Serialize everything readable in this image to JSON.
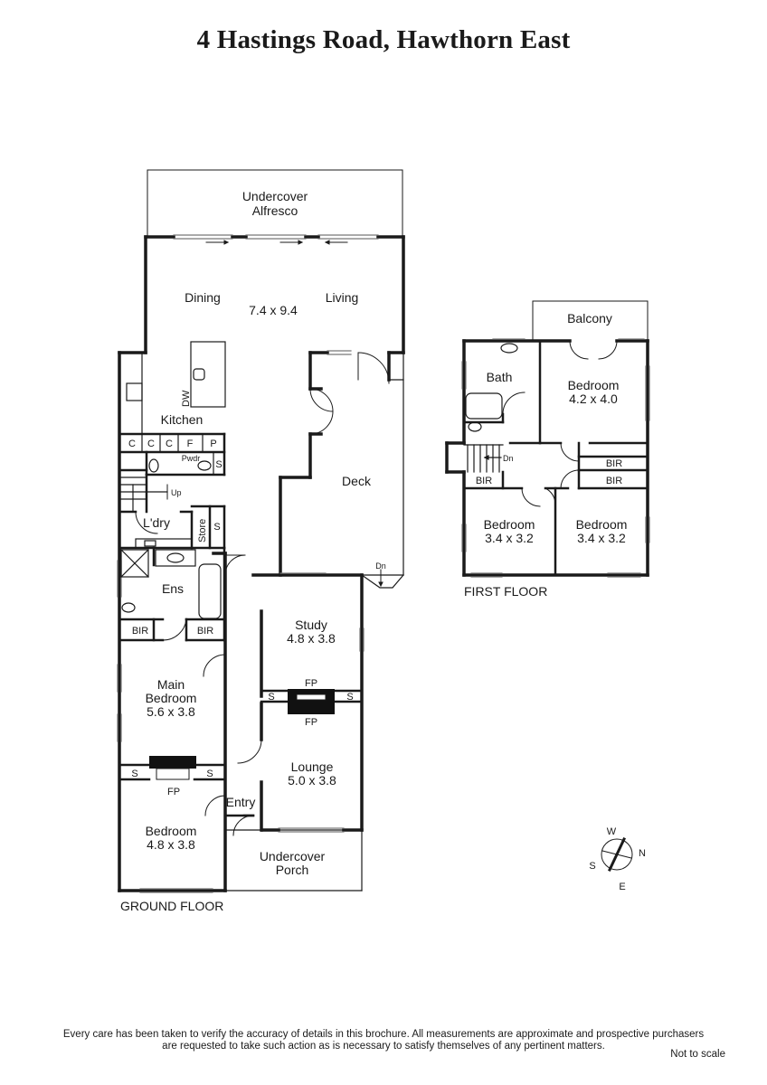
{
  "title": "4 Hastings Road, Hawthorn East",
  "ground_floor": {
    "label": "GROUND FLOOR",
    "undercover_alfresco": [
      "Undercover",
      "Alfresco"
    ],
    "dining": "Dining",
    "living": "Living",
    "living_dim": "7.4 x 9.4",
    "kitchen": "Kitchen",
    "dw": "DW",
    "cabinets": [
      "C",
      "C",
      "C",
      "F",
      "P"
    ],
    "pwdr": "Pwdr",
    "s": "S",
    "up": "Up",
    "laundry": "L'dry",
    "store": "Store",
    "deck": "Deck",
    "dn": "Dn",
    "ens": "Ens",
    "bir": "BIR",
    "study": "Study",
    "study_dim": "4.8 x 3.8",
    "fp": "FP",
    "main_bedroom": [
      "Main",
      "Bedroom"
    ],
    "main_bedroom_dim": "5.6 x 3.8",
    "lounge": "Lounge",
    "lounge_dim": "5.0 x 3.8",
    "entry": "Entry",
    "bedroom": "Bedroom",
    "bedroom_dim": "4.8 x 3.8",
    "undercover_porch": [
      "Undercover",
      "Porch"
    ]
  },
  "first_floor": {
    "label": "FIRST FLOOR",
    "balcony": "Balcony",
    "bath": "Bath",
    "bedroom_1": "Bedroom",
    "bedroom_1_dim": "4.2 x 4.0",
    "dn": "Dn",
    "bir": "BIR",
    "bedroom_2": "Bedroom",
    "bedroom_2_dim": "3.4 x 3.2",
    "bedroom_3": "Bedroom",
    "bedroom_3_dim": "3.4 x 3.2"
  },
  "compass": {
    "w": "W",
    "n": "N",
    "s": "S",
    "e": "E"
  },
  "disclaimer": [
    "Every care has been taken to verify the accuracy of details in this brochure.  All measurements are approximate and prospective purchasers",
    "are requested to take such action as is necessary to satisfy themselves of any pertinent matters."
  ],
  "not_to_scale": "Not to scale",
  "colors": {
    "wall": "#1a1a1a",
    "window": "#777777",
    "fireplace": "#111111",
    "background": "#ffffff"
  }
}
